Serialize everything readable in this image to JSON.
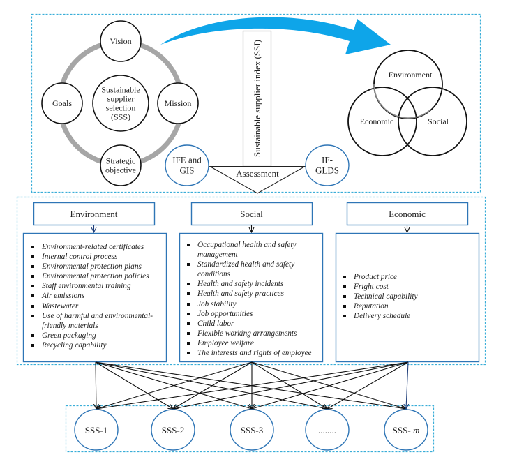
{
  "strategy_cycle": {
    "center": [
      "Sustainable",
      "supplier",
      "selection",
      "(SSS)"
    ],
    "nodes": [
      {
        "id": "vision",
        "lines": [
          "Vision"
        ]
      },
      {
        "id": "mission",
        "lines": [
          "Mission"
        ]
      },
      {
        "id": "strategic-objective",
        "lines": [
          "Strategic",
          "objective"
        ]
      },
      {
        "id": "goals",
        "lines": [
          "Goals"
        ]
      }
    ]
  },
  "ssi": {
    "label": "Sustainable supplier index (SSI)",
    "assessment_label": "Assessment",
    "methods": [
      {
        "id": "ife-gis",
        "lines": [
          "IFE and",
          "GIS"
        ]
      },
      {
        "id": "if-glds",
        "lines": [
          "IF-",
          "GLDS"
        ]
      }
    ]
  },
  "venn": {
    "environment": "Environment",
    "economic": "Economic",
    "social": "Social"
  },
  "criteria": [
    {
      "id": "environment",
      "title": "Environment",
      "items": [
        "Environment-related certificates",
        "Internal control process",
        "Environmental protection plans",
        "Environmental protection policies",
        "Staff environmental training",
        "Air emissions",
        "Wastewater",
        "Use of harmful and environmental-friendly materials",
        "Green packaging",
        "Recycling capability"
      ]
    },
    {
      "id": "social",
      "title": "Social",
      "items": [
        "Occupational health and safety management",
        "Standardized health and safety conditions",
        "Health and safety incidents",
        "Health and safety practices",
        "Job stability",
        "Job opportunities",
        "Child labor",
        "Flexible working arrangements",
        "Employee welfare",
        "The interests and rights of employee"
      ]
    },
    {
      "id": "economic",
      "title": "Economic",
      "items": [
        "Product price",
        "Fright cost",
        "Technical capability",
        "Reputation",
        "Delivery schedule"
      ]
    }
  ],
  "suppliers": [
    {
      "label": "SSS-1",
      "italic_suffix": ""
    },
    {
      "label": "SSS-2",
      "italic_suffix": ""
    },
    {
      "label": "SSS-3",
      "italic_suffix": ""
    },
    {
      "label": "........",
      "italic_suffix": ""
    },
    {
      "label": "SSS- ",
      "italic_suffix": "m"
    }
  ],
  "colors": {
    "dashed_border": "#3aaed8",
    "box_border": "#2e75b6",
    "big_arrow": "#0ea5e9",
    "cycle_ring": "#a6a6a6",
    "stroke": "#111111"
  }
}
